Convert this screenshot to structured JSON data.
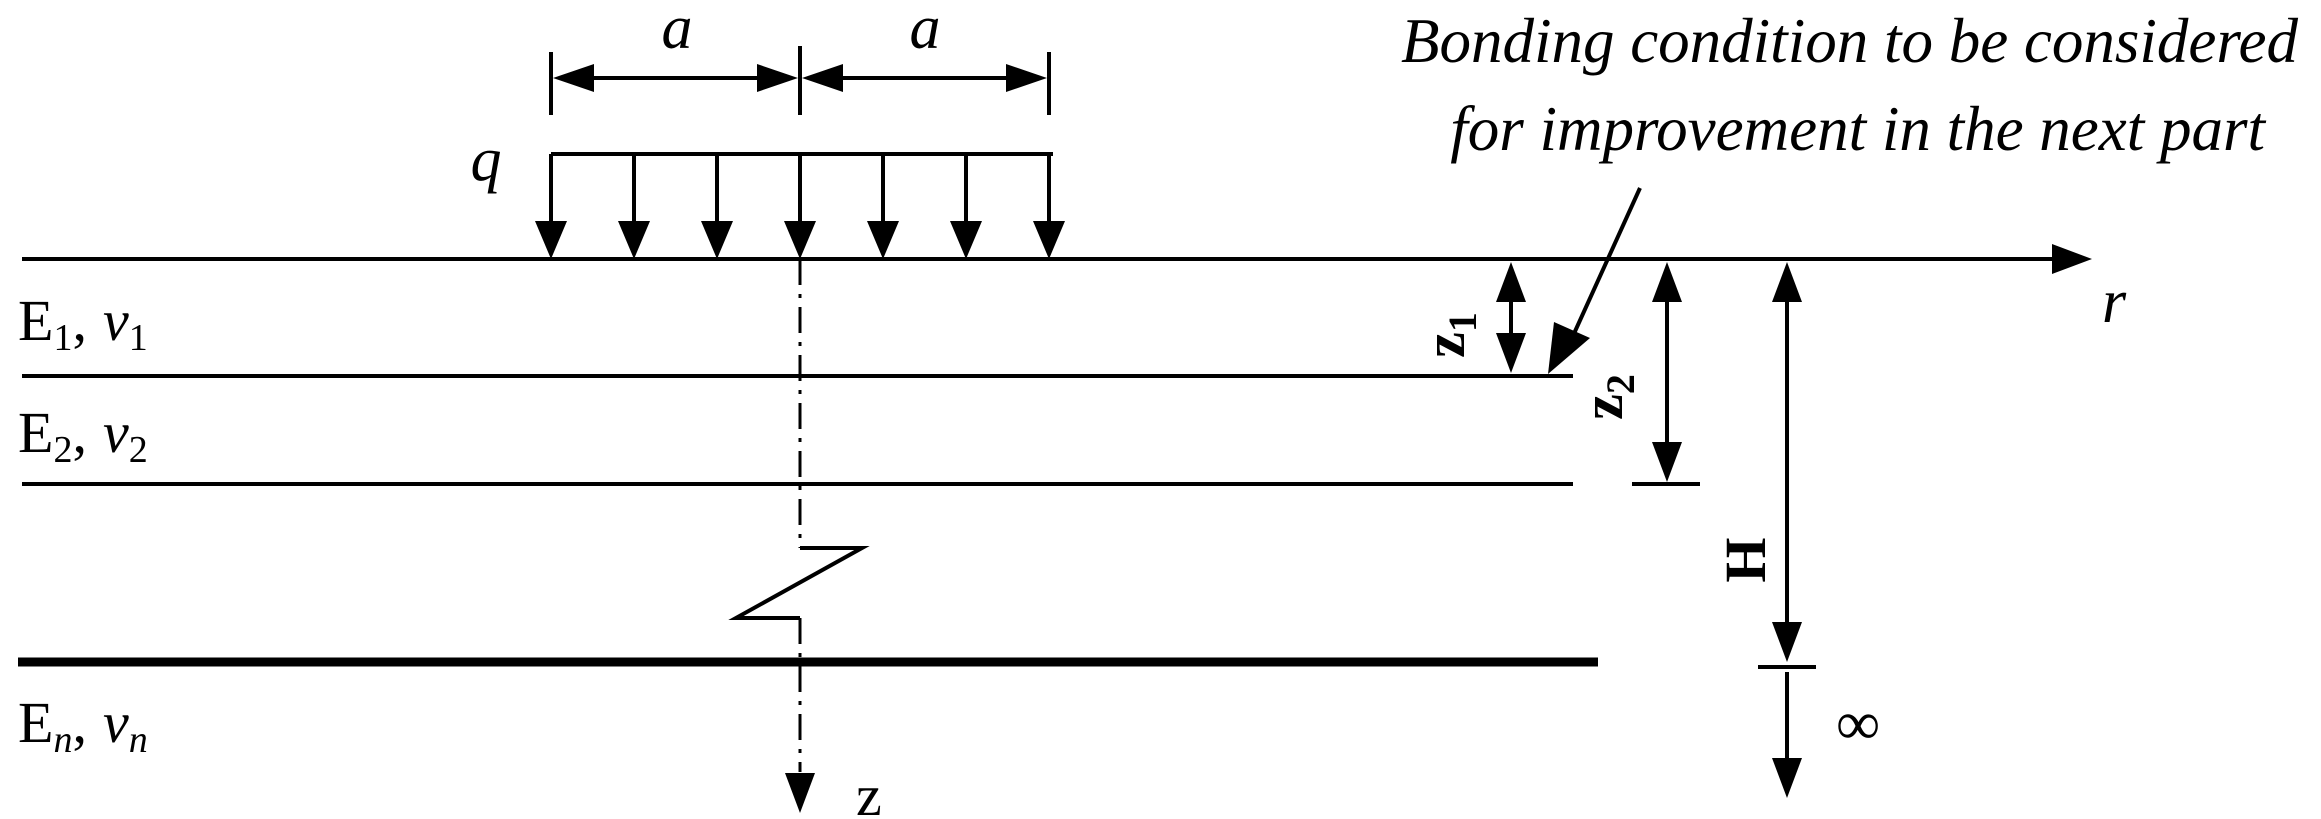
{
  "annotation": {
    "line1": "Bonding condition to be considered",
    "line2": "for improvement in the next part"
  },
  "dimensions": {
    "half_width_left": "a",
    "half_width_right": "a",
    "load": "q",
    "radial_axis": "r",
    "vertical_axis": "z",
    "z1_main": "z",
    "z1_sub": "1",
    "z2_main": "z",
    "z2_sub": "2",
    "depth_H": "H",
    "infinity": "∞"
  },
  "layers": [
    {
      "E": "E",
      "E_sub": "1",
      "sep": ",",
      "nu": "ν",
      "nu_sub": "1"
    },
    {
      "E": "E",
      "E_sub": "2",
      "sep": ",",
      "nu": "ν",
      "nu_sub": "2"
    },
    {
      "E": "E",
      "E_sub": "n",
      "sep": ",",
      "nu": "ν",
      "nu_sub": "n"
    }
  ],
  "load_arrow_count": 7
}
